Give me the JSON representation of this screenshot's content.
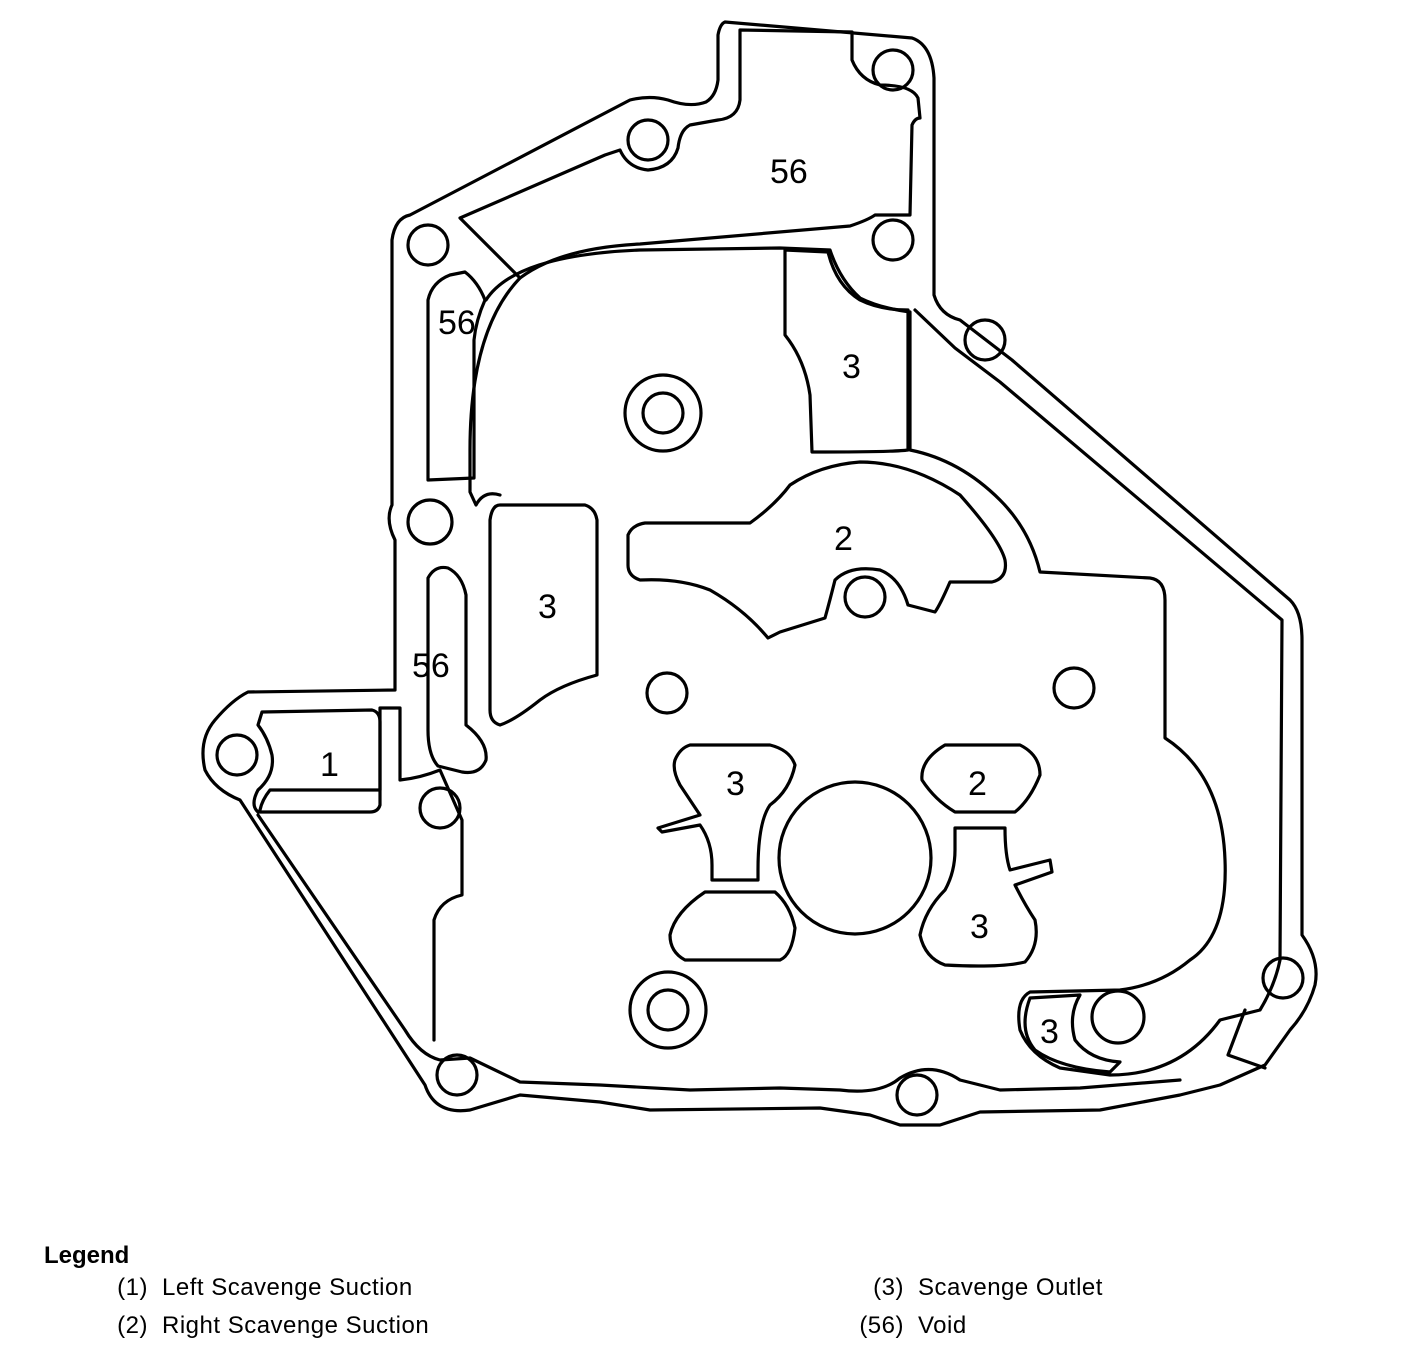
{
  "callouts": {
    "c56_top": "56",
    "c56_left_upper": "56",
    "c56_left_lower": "56",
    "c3_upper": "3",
    "c3_left": "3",
    "c3_center_left": "3",
    "c3_center_right": "3",
    "c3_bottom_right": "3",
    "c2_upper": "2",
    "c2_center": "2",
    "c1": "1"
  },
  "legend": {
    "title": "Legend",
    "items": [
      {
        "number": "(1)",
        "label": "Left Scavenge Suction"
      },
      {
        "number": "(2)",
        "label": "Right Scavenge Suction"
      },
      {
        "number": "(3)",
        "label": "Scavenge Outlet"
      },
      {
        "number": "(56)",
        "label": "Void"
      }
    ]
  },
  "colors": {
    "line": "#000000",
    "background": "#ffffff"
  }
}
